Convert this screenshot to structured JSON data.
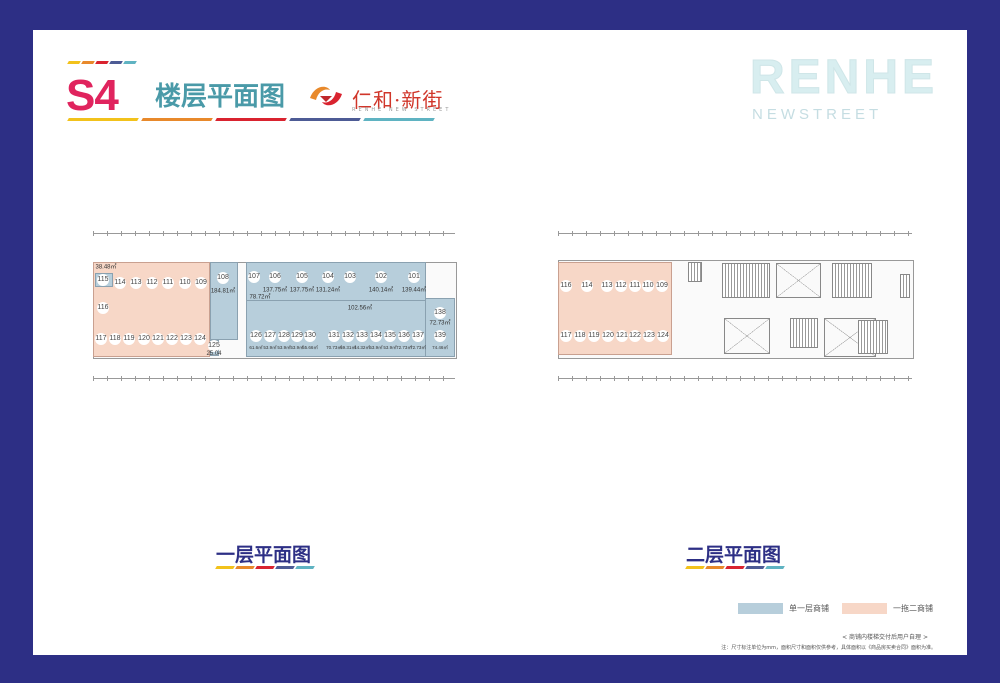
{
  "header": {
    "building": "S4",
    "title": "楼层平面图",
    "logo_text": "仁和·新街",
    "logo_sub": "RENHE NEW STREET",
    "watermark_main": "RENHE",
    "watermark_sub": "NEWSTREET"
  },
  "colors": {
    "frame": "#2d2f85",
    "accent_red": "#e0245e",
    "title_teal": "#4a9aa8",
    "single_floor_shop": "#b7cedb",
    "duplex_shop": "#f7d7c7",
    "stripes": [
      "#f2c21b",
      "#e8892b",
      "#d9232f",
      "#4d5b95",
      "#5fb3c2"
    ]
  },
  "floor1": {
    "title": "一层平面图",
    "corridor_area": "38.48㎡",
    "units": [
      {
        "id": "115"
      },
      {
        "id": "114"
      },
      {
        "id": "113"
      },
      {
        "id": "112"
      },
      {
        "id": "111"
      },
      {
        "id": "110"
      },
      {
        "id": "109"
      },
      {
        "id": "116"
      },
      {
        "id": "117"
      },
      {
        "id": "118"
      },
      {
        "id": "119"
      },
      {
        "id": "120"
      },
      {
        "id": "121"
      },
      {
        "id": "122"
      },
      {
        "id": "123"
      },
      {
        "id": "124"
      },
      {
        "id": "108",
        "area": "184.81㎡"
      },
      {
        "id": "125",
        "area": "25.04"
      },
      {
        "id": "107",
        "area": "78.72㎡"
      },
      {
        "id": "106",
        "area": "137.75㎡"
      },
      {
        "id": "105",
        "area": "137.75㎡"
      },
      {
        "id": "104",
        "area": "131.24㎡"
      },
      {
        "id": "103",
        "area": "102.56㎡"
      },
      {
        "id": "102",
        "area": "140.14㎡"
      },
      {
        "id": "101",
        "area": "139.44㎡"
      },
      {
        "id": "138",
        "area": "72.73㎡"
      },
      {
        "id": "126",
        "area": "61.6㎡"
      },
      {
        "id": "127",
        "area": "53.9㎡"
      },
      {
        "id": "128",
        "area": "53.9㎡"
      },
      {
        "id": "129",
        "area": "53.9㎡"
      },
      {
        "id": "130",
        "area": "55.66㎡"
      },
      {
        "id": "131",
        "area": "70.73㎡"
      },
      {
        "id": "132",
        "area": "69.31㎡"
      },
      {
        "id": "133",
        "area": "44.32㎡"
      },
      {
        "id": "134",
        "area": "53.9㎡"
      },
      {
        "id": "135",
        "area": "53.9㎡"
      },
      {
        "id": "136",
        "area": "72.73㎡"
      },
      {
        "id": "137",
        "area": "72.73㎡"
      },
      {
        "id": "139",
        "area": "74.46㎡"
      }
    ]
  },
  "floor2": {
    "title": "二层平面图",
    "units": [
      {
        "id": "116"
      },
      {
        "id": "114"
      },
      {
        "id": "113"
      },
      {
        "id": "112"
      },
      {
        "id": "111"
      },
      {
        "id": "110"
      },
      {
        "id": "109"
      },
      {
        "id": "117"
      },
      {
        "id": "118"
      },
      {
        "id": "119"
      },
      {
        "id": "120"
      },
      {
        "id": "121"
      },
      {
        "id": "122"
      },
      {
        "id": "123"
      },
      {
        "id": "124"
      }
    ]
  },
  "legend": [
    {
      "label": "单一层商铺",
      "color": "#b7cedb"
    },
    {
      "label": "一拖二商铺",
      "color": "#f7d7c7"
    }
  ],
  "notes": {
    "stair_note": "< 商铺内楼梯交付后用户自理 >",
    "disclaimer": "注：尺寸标注单位为mm，面积尺寸和面积仅供参考，具体面积以《商品房买卖合同》面积为准。"
  }
}
